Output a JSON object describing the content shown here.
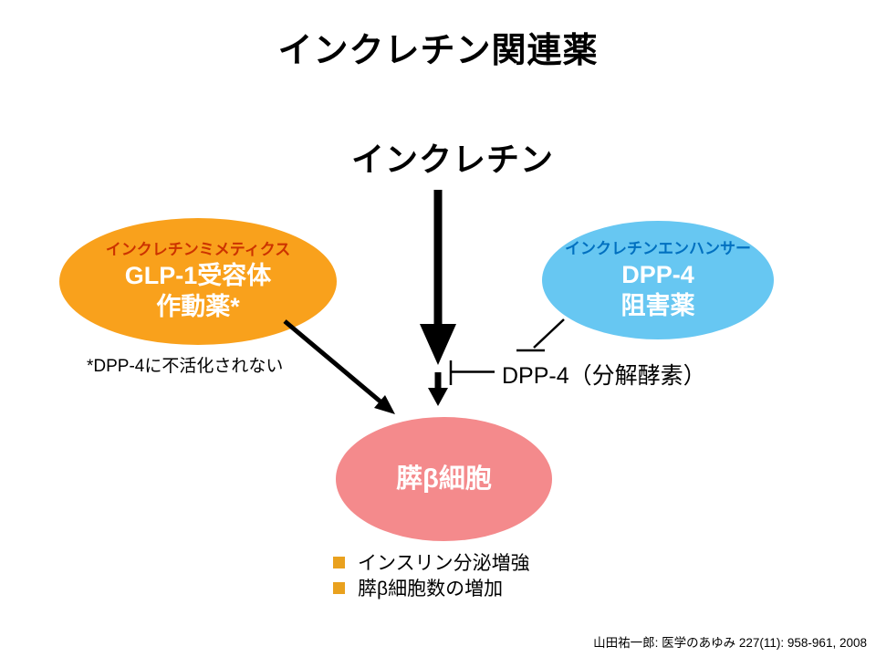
{
  "title": "インクレチン関連薬",
  "incretin_label": "インクレチン",
  "orange_ellipse": {
    "tag": "インクレチンミメティクス",
    "line1": "GLP-1受容体",
    "line2": "作動薬*"
  },
  "blue_ellipse": {
    "tag": "インクレチンエンハンサー",
    "line1": "DPP-4",
    "line2": "阻害薬"
  },
  "pink_ellipse": {
    "label": "膵β細胞"
  },
  "footnote": "*DPP-4に不活化されない",
  "dpp4_enzyme_label": "DPP-4（分解酵素）",
  "effects": [
    {
      "label": "インスリン分泌増強"
    },
    {
      "label": "膵β細胞数の増加"
    }
  ],
  "citation": "山田祐一郎: 医学のあゆみ 227(11): 958-961, 2008",
  "colors": {
    "background": "#FFFFFF",
    "text": "#000000",
    "orange": "#F9A11C",
    "orange_tag_text": "#CC3300",
    "blue": "#67C7F2",
    "blue_tag_text": "#0070C0",
    "pink": "#F48A8C",
    "bullet": "#E9A11E",
    "arrow": "#000000"
  }
}
